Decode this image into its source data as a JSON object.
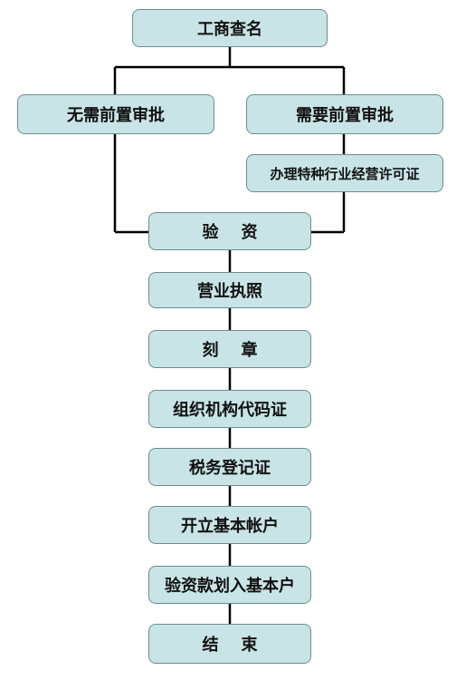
{
  "flowchart": {
    "start": "工商查名",
    "branch_left": "无需前置审批",
    "branch_right": "需要前置审批",
    "branch_right_sub": "办理特种行业经营许可证",
    "step1": "验    资",
    "step2": "营业执照",
    "step3": "刻    章",
    "step4": "组织机构代码证",
    "step5": "税务登记证",
    "step6": "开立基本帐户",
    "step7": "验资款划入基本户",
    "end": "结    束"
  },
  "colors": {
    "box_fill": "#c8e4e6",
    "box_border": "#6b8d8f",
    "line": "#000000"
  }
}
